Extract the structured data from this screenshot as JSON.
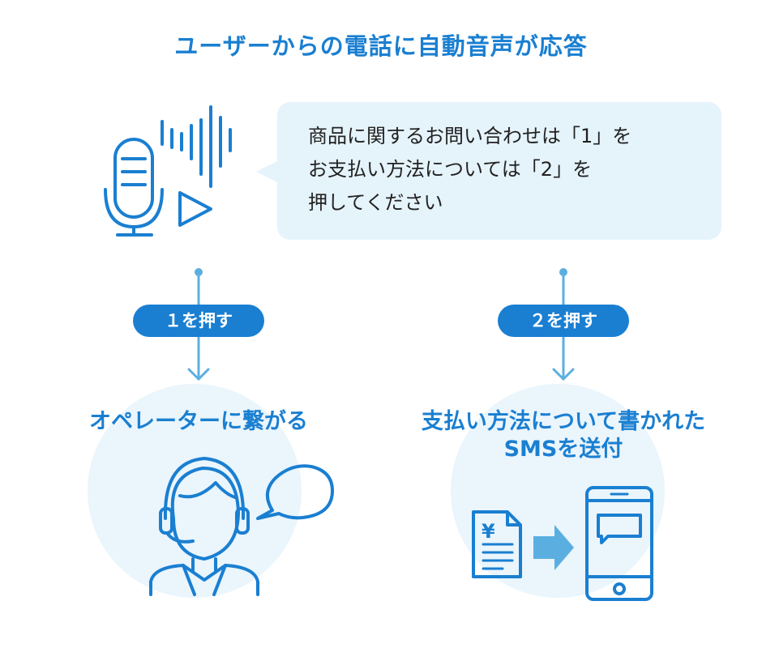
{
  "title": "ユーザーからの電話に自動音声が応答",
  "voice_message": {
    "lines": [
      "商品に関するお問い合わせは「1」を",
      "お支払い方法については「2」を",
      "押してください"
    ]
  },
  "branches": [
    {
      "key_label": "１を押す",
      "outcome_lines": [
        "オペレーターに繋がる"
      ]
    },
    {
      "key_label": "２を押す",
      "outcome_lines": [
        "支払い方法について書かれた",
        "SMSを送付"
      ]
    }
  ],
  "document_symbol": "¥",
  "colors": {
    "primary": "#1a7fd1",
    "light_bg": "#e5f3fb",
    "connector": "#5bafe0",
    "arrow_fill": "#5bafe0"
  },
  "icons": [
    "microphone-icon",
    "sound-wave-icon",
    "play-icon",
    "operator-headset-icon",
    "speech-bubble-icon",
    "document-yen-icon",
    "arrow-right-icon",
    "smartphone-icon"
  ]
}
